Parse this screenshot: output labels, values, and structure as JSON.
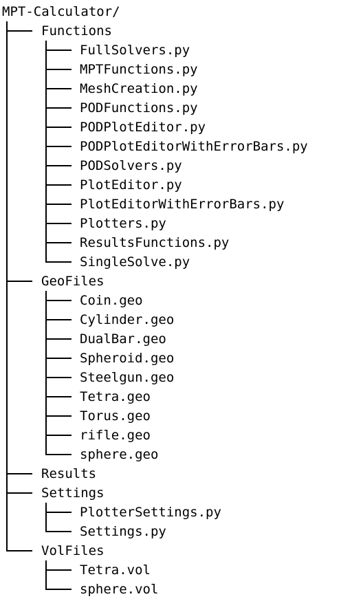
{
  "root": "MPT-Calculator/",
  "folders": [
    {
      "name": "Functions",
      "files": [
        "FullSolvers.py",
        "MPTFunctions.py",
        "MeshCreation.py",
        "PODFunctions.py",
        "PODPlotEditor.py",
        "PODPlotEditorWithErrorBars.py",
        "PODSolvers.py",
        "PlotEditor.py",
        "PlotEditorWithErrorBars.py",
        "Plotters.py",
        "ResultsFunctions.py",
        "SingleSolve.py"
      ]
    },
    {
      "name": "GeoFiles",
      "files": [
        "Coin.geo",
        "Cylinder.geo",
        "DualBar.geo",
        "Spheroid.geo",
        "Steelgun.geo",
        "Tetra.geo",
        "Torus.geo",
        "rifle.geo",
        "sphere.geo"
      ]
    },
    {
      "name": "Results",
      "files": []
    },
    {
      "name": "Settings",
      "files": [
        "PlotterSettings.py",
        "Settings.py"
      ]
    },
    {
      "name": "VolFiles",
      "files": [
        "Tetra.vol",
        "sphere.vol"
      ]
    }
  ]
}
